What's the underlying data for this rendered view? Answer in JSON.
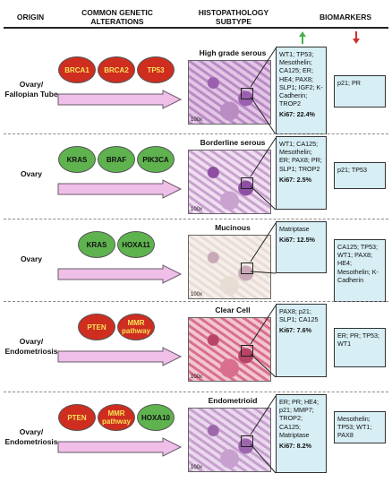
{
  "headers": {
    "origin": "ORIGIN",
    "alterations": "COMMON GENETIC\nALTERATIONS",
    "subtype": "HISTOPATHOLOGY\nSUBTYPE",
    "biomarkers": "BIOMARKERS"
  },
  "arrows": {
    "up_color": "#4caf50",
    "down_color": "#d32f2f"
  },
  "rows": [
    {
      "origin": "Ovary/\nFallopian Tube",
      "genes": [
        {
          "name": "BRCA1",
          "color": "red"
        },
        {
          "name": "BRCA2",
          "color": "red"
        },
        {
          "name": "TP53",
          "color": "red"
        }
      ],
      "subtype": "High grade serous",
      "magnification": "100x",
      "up": "WT1; TP53; Mesothelin; CA125; ER; HE4; PAX8; SLP1; IGF2; K-Cadherin; TROP2",
      "ki67": "Ki67: 22.4%",
      "down": "p21; PR"
    },
    {
      "origin": "Ovary",
      "genes": [
        {
          "name": "KRAS",
          "color": "green"
        },
        {
          "name": "BRAF",
          "color": "green"
        },
        {
          "name": "PIK3CA",
          "color": "green"
        }
      ],
      "subtype": "Borderline serous",
      "magnification": "100x",
      "up": "WT1; CA125; Mesothelin; ER; PAX8; PR; SLP1; TROP2",
      "ki67": "Ki67: 2.5%",
      "down": "p21; TP53"
    },
    {
      "origin": "Ovary",
      "genes": [
        {
          "name": "KRAS",
          "color": "green"
        },
        {
          "name": "HOXA11",
          "color": "green"
        }
      ],
      "subtype": "Mucinous",
      "magnification": "100x",
      "up": "Matriptase",
      "ki67": "Ki67: 12.5%",
      "down": "CA125; TP53; WT1; PAX8; HE4; Mesothelin; K-Cadherin"
    },
    {
      "origin": "Ovary/\nEndometriosis",
      "genes": [
        {
          "name": "PTEN",
          "color": "red"
        },
        {
          "name": "MMR\npathway",
          "color": "red"
        }
      ],
      "subtype": "Clear Cell",
      "magnification": "100x",
      "up": "PAX8; p21; SLP1; CA125",
      "ki67": "Ki67: 7.6%",
      "down": "ER; PR; TP53; WT1"
    },
    {
      "origin": "Ovary/\nEndometriosis",
      "genes": [
        {
          "name": "PTEN",
          "color": "red"
        },
        {
          "name": "MMR\npathway",
          "color": "red"
        },
        {
          "name": "HOXA10",
          "color": "green"
        }
      ],
      "subtype": "Endometrioid",
      "magnification": "100x",
      "up": "ER; PR; HE4; p21; MMP7; TROP2; CA125; Matriptase",
      "ki67": "Ki67: 8.2%",
      "down": "Mesothelin; TP53; WT1; PAX8"
    }
  ]
}
